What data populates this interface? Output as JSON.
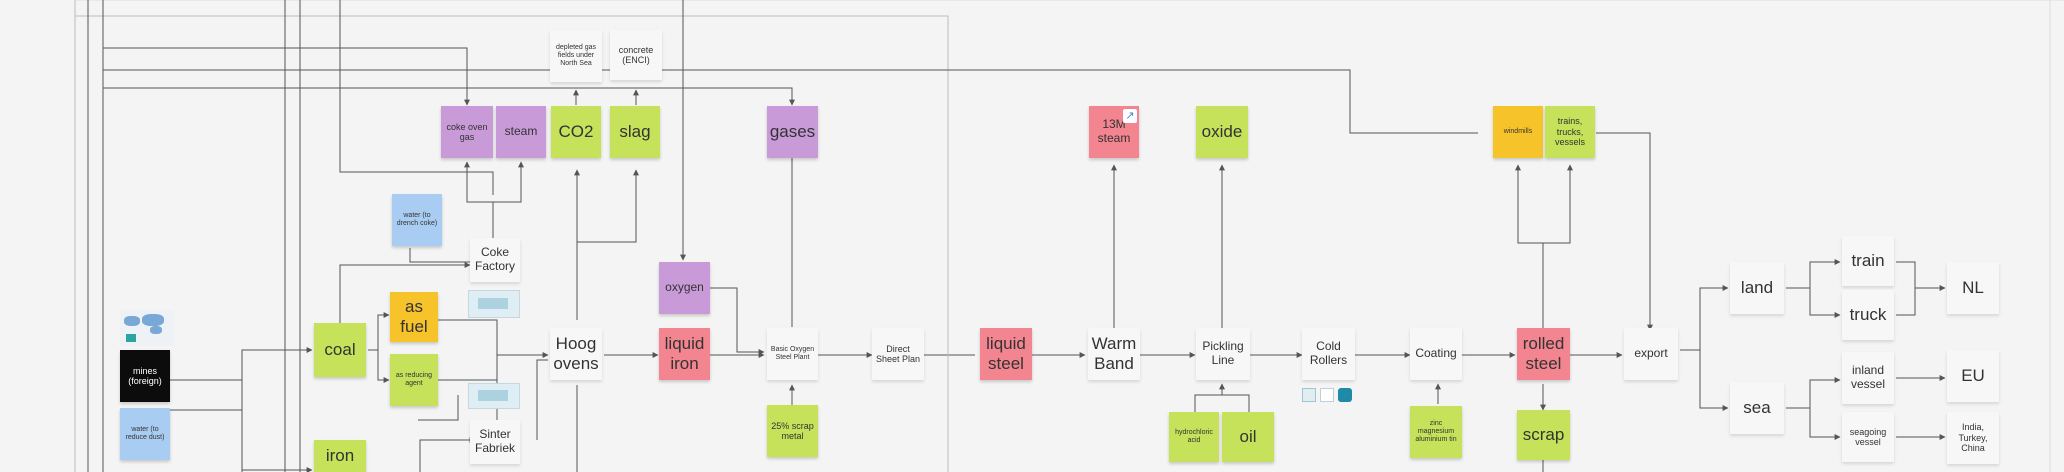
{
  "nodes": {
    "depleted_gas": "depleted gas fields under North Sea",
    "concrete": "concrete (ENCI)",
    "coke_oven_gas": "coke oven gas",
    "steam_top": "steam",
    "co2": "CO2",
    "slag": "slag",
    "gases": "gases",
    "steam_13m": "13M steam",
    "oxide": "oxide",
    "windmills": "windmills",
    "trains_trucks": "trains, trucks, vessels",
    "water_drench": "water (to drench coke)",
    "coke_factory": "Coke Factory",
    "oxygen": "oxygen",
    "coal": "coal",
    "as_fuel": "as fuel",
    "as_reducing": "as reducing agent",
    "mines": "mines (foreign)",
    "water_dust": "water (to reduce dust)",
    "hoog_ovens": "Hoog ovens",
    "liquid_iron": "liquid iron",
    "bos_plant": "Basic Oxygen Steel Plant",
    "direct_sheet": "Direct Sheet Plan",
    "liquid_steel": "liquid steel",
    "warm_band": "Warm Band",
    "pickling": "Pickling Line",
    "cold_rollers": "Cold Rollers",
    "coating": "Coating",
    "rolled_steel": "rolled steel",
    "export": "export",
    "land": "land",
    "train": "train",
    "truck": "truck",
    "nl": "NL",
    "sea": "sea",
    "inland_vessel": "inland vessel",
    "eu": "EU",
    "seagoing": "seagoing vessel",
    "india": "India, Turkey, China",
    "sinter": "Sinter Fabriek",
    "iron": "iron",
    "scrap_metal": "25% scrap metal",
    "hydrochloric": "hydrochloric acid",
    "oil": "oil",
    "zinc": "zinc magnesium aluminium tin",
    "scrap": "scrap"
  },
  "colors": {
    "green": "#c6e15a",
    "yellow": "#f6c42a",
    "purple": "#c89ad8",
    "red": "#f2858f",
    "blue": "#a9cdf2",
    "black": "#0c0c0c",
    "white": "#f7f7f7",
    "line": "#555555"
  },
  "icons": [
    "world-map-thumbnail",
    "coke-factory-photo",
    "sinter-factory-photo",
    "cold-rollers-icons",
    "link-icon"
  ]
}
